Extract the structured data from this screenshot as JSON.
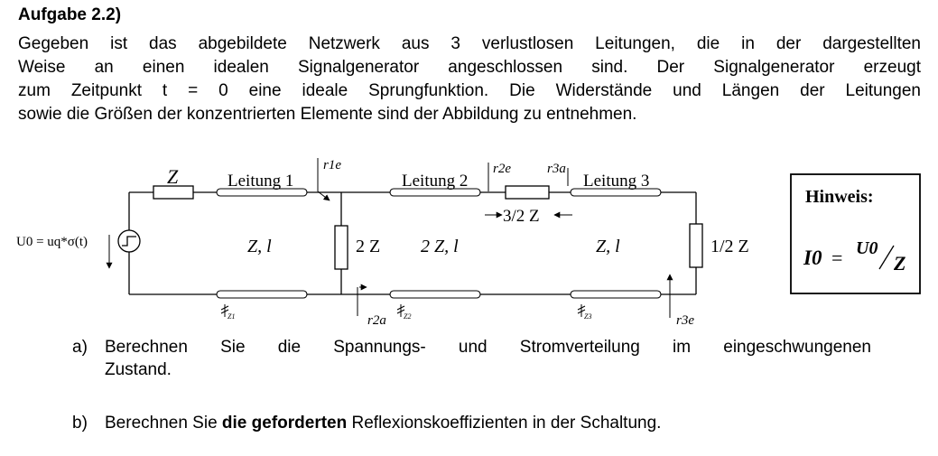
{
  "heading": "Aufgabe 2.2)",
  "intro_lines": [
    "Gegeben ist das abgebildete Netzwerk aus 3 verlustlosen Leitungen, die in der dargestellten",
    "Weise an einen idealen Signalgenerator angeschlossen sind. Der Signalgenerator erzeugt",
    "zum Zeitpunkt t = 0 eine ideale Sprungfunktion. Die Widerstände und Längen der Leitungen",
    "sowie die Größen der konzentrierten Elemente sind der Abbildung zu entnehmen."
  ],
  "circuit": {
    "source_label": "U0 = uq*σ(t)",
    "source_resistor": "Z",
    "line1": {
      "name": "Leitung 1",
      "params": "Z, l",
      "impedance_mark": "Z1"
    },
    "line2": {
      "name": "Leitung 2",
      "params": "2 Z, l",
      "impedance_mark": "Z2"
    },
    "line3": {
      "name": "Leitung 3",
      "params": "Z, l",
      "impedance_mark": "Z3"
    },
    "shunt_resistor": "2 Z",
    "series_resistor": "3/2 Z",
    "load_resistor": "1/2 Z",
    "refl_r1e": "r1e",
    "refl_r2a": "r2a",
    "refl_r2e": "r2e",
    "refl_r3a": "r3a",
    "refl_r3e": "r3e"
  },
  "hint": {
    "title": "Hinweis:",
    "formula_lhs": "I0",
    "formula_eq": "=",
    "formula_num": "U0",
    "formula_den": "Z"
  },
  "tasks": {
    "a_label": "a)",
    "a_text_line1": "Berechnen Sie die Spannungs- und Stromverteilung im eingeschwungenen",
    "a_text_line2": "Zustand.",
    "b_label": "b)",
    "b_text_pre": "Berechnen Sie ",
    "b_text_bold": "die geforderten",
    "b_text_post": " Reflexionskoeffizienten in der Schaltung."
  }
}
